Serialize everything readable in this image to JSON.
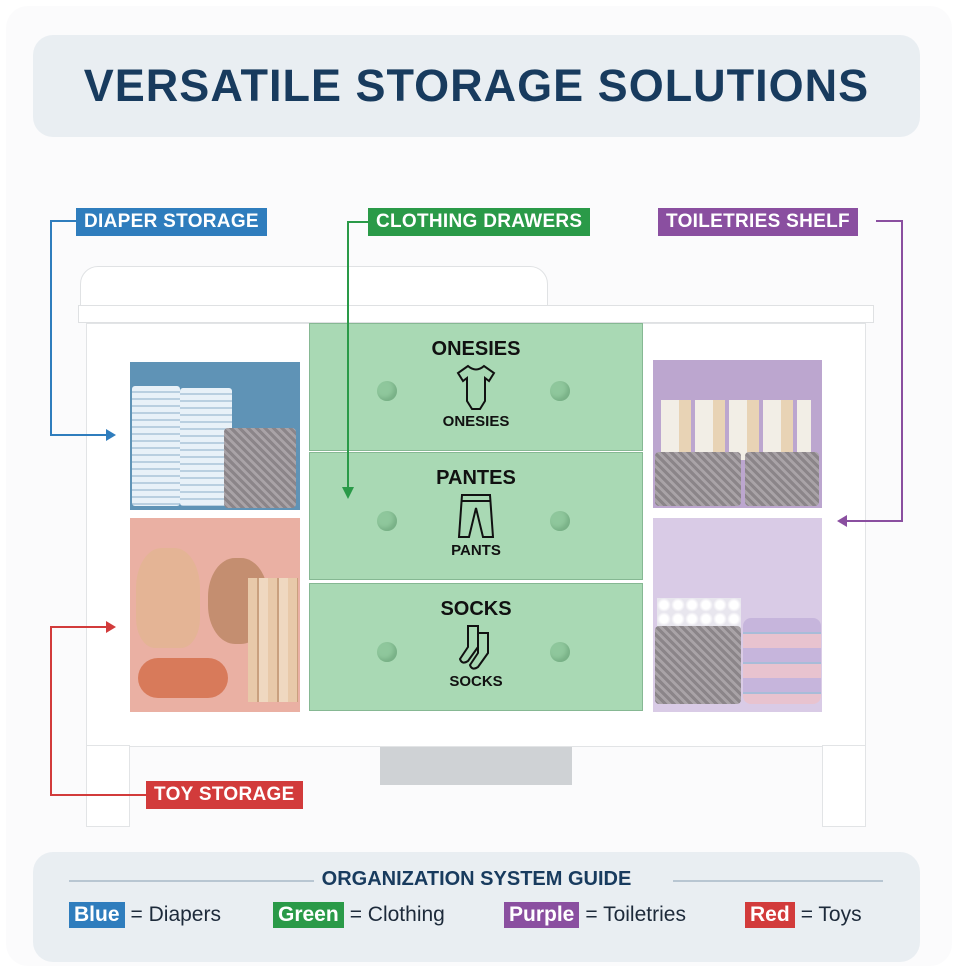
{
  "title": "VERSATILE STORAGE SOLUTIONS",
  "callouts": {
    "diaper": {
      "label": "DIAPER STORAGE",
      "color": "#2f7dbd"
    },
    "clothing": {
      "label": "CLOTHING DRAWERS",
      "color": "#2a9a48"
    },
    "toiletries": {
      "label": "TOILETRIES SHELF",
      "color": "#8a4fa0"
    },
    "toys": {
      "label": "TOY STORAGE",
      "color": "#d23b3b"
    }
  },
  "drawers": [
    {
      "heading": "ONESIES",
      "icon": "onesie-icon",
      "caption": "ONESIES"
    },
    {
      "heading": "PANTES",
      "icon": "pants-icon",
      "caption": "PANTS"
    },
    {
      "heading": "SOCKS",
      "icon": "socks-icon",
      "caption": "SOCKS"
    }
  ],
  "guide": {
    "title": "ORGANIZATION SYSTEM GUIDE",
    "items": [
      {
        "swatch": "Blue",
        "meaning": "= Diapers",
        "color": "#2f7dbd"
      },
      {
        "swatch": "Green",
        "meaning": "= Clothing",
        "color": "#2a9a48"
      },
      {
        "swatch": "Purple",
        "meaning": "= Toiletries",
        "color": "#8a4fa0"
      },
      {
        "swatch": "Red",
        "meaning": "= Toys",
        "color": "#d23b3b"
      }
    ]
  }
}
